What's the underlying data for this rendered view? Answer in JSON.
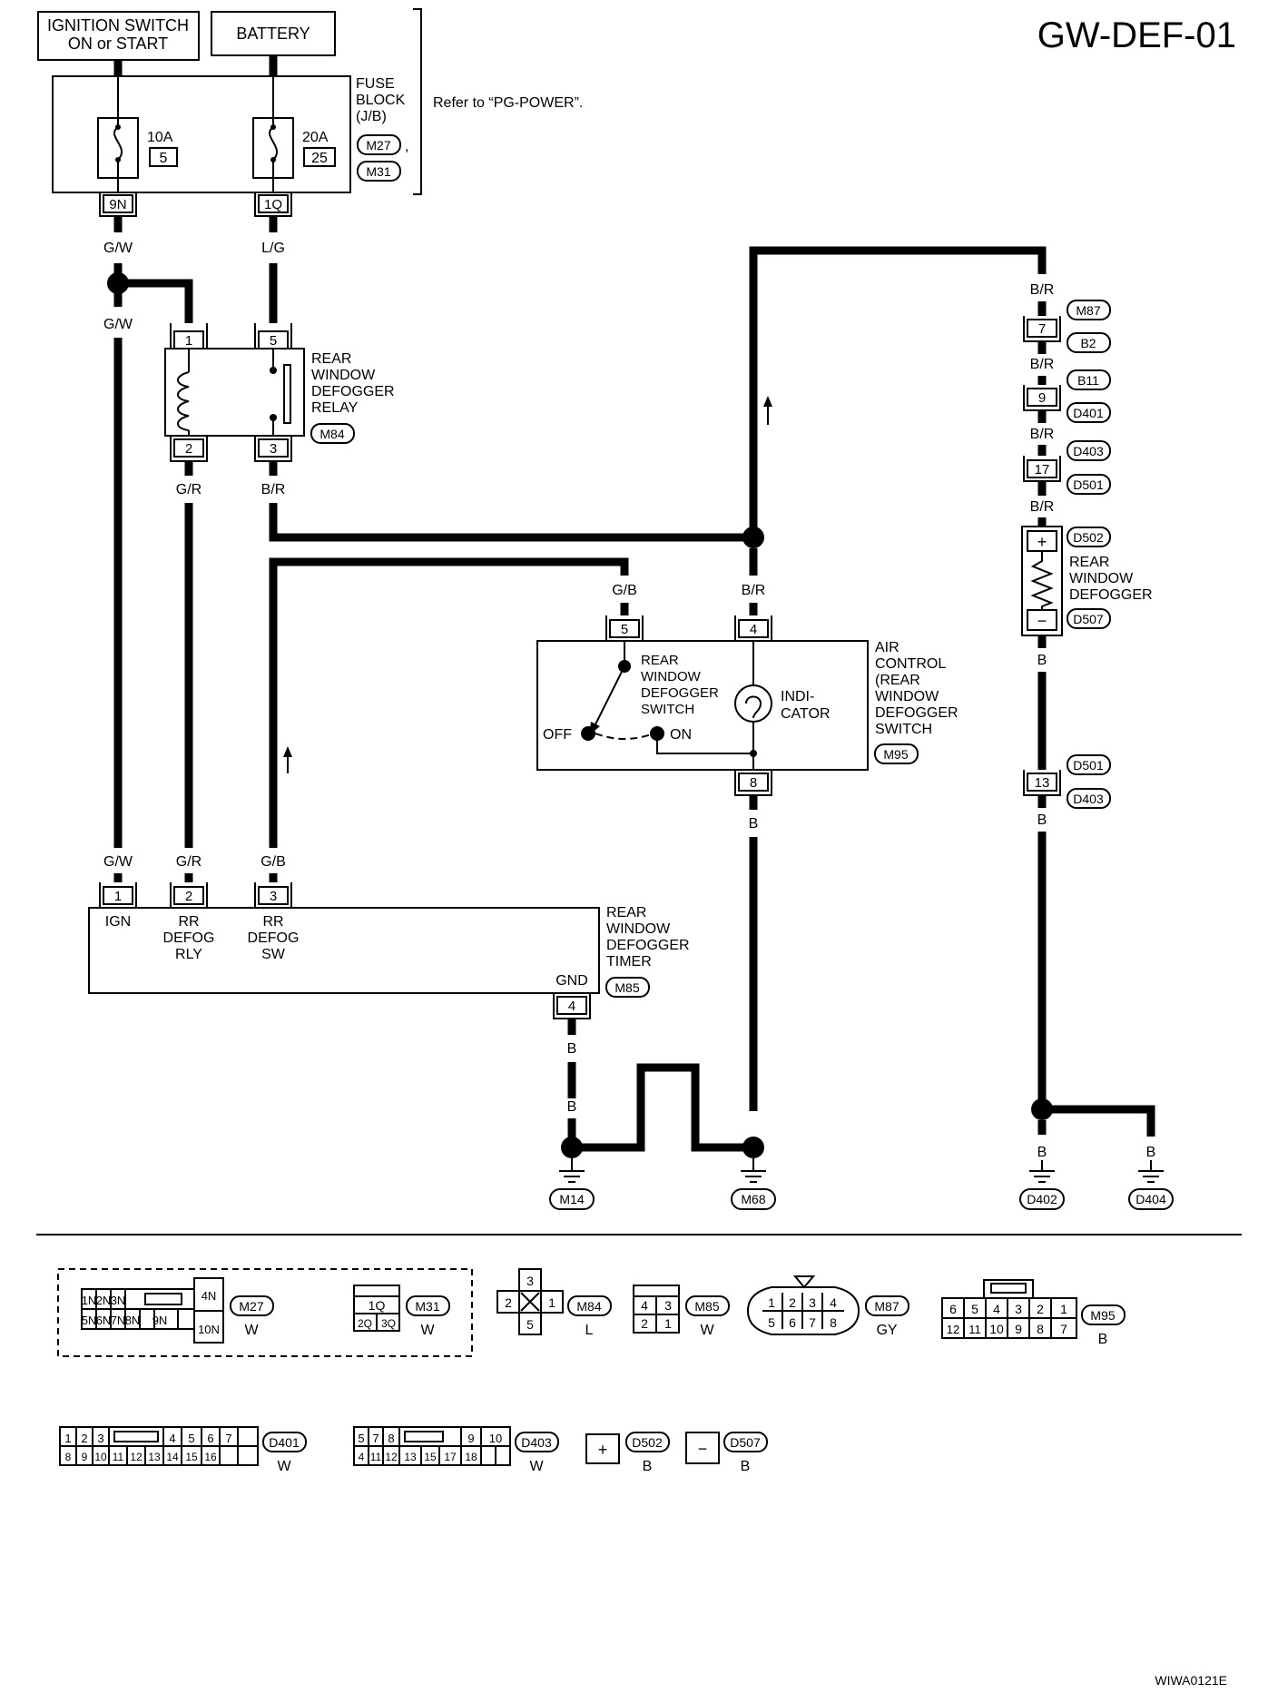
{
  "page_code": "GW-DEF-01",
  "figure_code": "WIWA0121E",
  "sources": {
    "ignition_line1": "IGNITION SWITCH",
    "ignition_line2": "ON or START",
    "battery": "BATTERY"
  },
  "fuse_block": {
    "label_lines": [
      "FUSE",
      "BLOCK",
      "(J/B)"
    ],
    "refer_note": "Refer to “PG-POWER”.",
    "connectors": [
      "M27",
      "M31"
    ],
    "fuse_left": {
      "amps": "10A",
      "number": "5",
      "terminal": "9N"
    },
    "fuse_right": {
      "amps": "20A",
      "number": "25",
      "terminal": "1Q"
    }
  },
  "relay": {
    "label_lines": [
      "REAR",
      "WINDOW",
      "DEFOGGER",
      "RELAY"
    ],
    "connector": "M84",
    "terminals": [
      "1",
      "5",
      "2",
      "3"
    ]
  },
  "air_control": {
    "label_lines": [
      "AIR",
      "CONTROL",
      "(REAR",
      "WINDOW",
      "DEFOGGER",
      "SWITCH"
    ],
    "connector": "M95",
    "switch_label_lines": [
      "REAR",
      "WINDOW",
      "DEFOGGER",
      "SWITCH"
    ],
    "indicator_lines": [
      "INDI-",
      "CATOR"
    ],
    "off_label": "OFF",
    "on_label": "ON",
    "terminals": [
      "5",
      "4",
      "8"
    ]
  },
  "timer": {
    "label_lines": [
      "REAR",
      "WINDOW",
      "DEFOGGER",
      "TIMER"
    ],
    "connector": "M85",
    "gnd_label": "GND",
    "pins": [
      {
        "num": "1",
        "lines": [
          "IGN"
        ]
      },
      {
        "num": "2",
        "lines": [
          "RR",
          "DEFOG",
          "RLY"
        ]
      },
      {
        "num": "3",
        "lines": [
          "RR",
          "DEFOG",
          "SW"
        ]
      }
    ],
    "gnd_terminal": "4"
  },
  "defogger": {
    "label_lines": [
      "REAR",
      "WINDOW",
      "DEFOGGER"
    ],
    "plus": "+",
    "minus": "−",
    "plus_connector": "D502",
    "minus_connector": "D507"
  },
  "harness_chain": [
    {
      "terminal": "7",
      "connectors": [
        "M87",
        "B2"
      ]
    },
    {
      "terminal": "9",
      "connectors": [
        "B11",
        "D401"
      ]
    },
    {
      "terminal": "17",
      "connectors": [
        "D403",
        "D501"
      ]
    },
    {
      "terminal": "13",
      "connectors": [
        "D501",
        "D403"
      ]
    }
  ],
  "wire_colors": {
    "gw": "G/W",
    "lg": "L/G",
    "gr": "G/R",
    "br": "B/R",
    "gb": "G/B",
    "b": "B"
  },
  "grounds": [
    "M14",
    "M68",
    "D402",
    "D404"
  ],
  "connector_legend": [
    {
      "id": "M27",
      "color": "W",
      "rows": [
        [
          "1N",
          "2N",
          "3N"
        ],
        [
          "5N",
          "6N",
          "7N",
          "8N",
          "9N"
        ]
      ],
      "extra": [
        "4N",
        "10N"
      ]
    },
    {
      "id": "M31",
      "color": "W",
      "rows": [
        [
          "1Q"
        ],
        [
          "2Q",
          "3Q"
        ]
      ]
    },
    {
      "id": "M84",
      "color": "L",
      "pins": [
        "3",
        "2",
        "1",
        "5"
      ]
    },
    {
      "id": "M85",
      "color": "W",
      "rows": [
        [
          "4",
          "3"
        ],
        [
          "2",
          "1"
        ]
      ]
    },
    {
      "id": "M87",
      "color": "GY",
      "rows": [
        [
          "1",
          "2",
          "3",
          "4"
        ],
        [
          "5",
          "6",
          "7",
          "8"
        ]
      ]
    },
    {
      "id": "M95",
      "color": "B",
      "rows": [
        [
          "6",
          "5",
          "4",
          "3",
          "2",
          "1"
        ],
        [
          "12",
          "11",
          "10",
          "9",
          "8",
          "7"
        ]
      ]
    },
    {
      "id": "D401",
      "color": "W",
      "rows": [
        [
          "1",
          "2",
          "3",
          "4",
          "5",
          "6",
          "7"
        ],
        [
          "8",
          "9",
          "10",
          "11",
          "12",
          "13",
          "14",
          "15",
          "16"
        ]
      ]
    },
    {
      "id": "D403",
      "color": "W",
      "rows": [
        [
          "5",
          "7",
          "8",
          "9",
          "10"
        ],
        [
          "4",
          "11",
          "12",
          "13",
          "15",
          "17",
          "18"
        ]
      ]
    },
    {
      "id": "D502",
      "color": "B",
      "symbol": "+"
    },
    {
      "id": "D507",
      "color": "B",
      "symbol": "−"
    }
  ]
}
